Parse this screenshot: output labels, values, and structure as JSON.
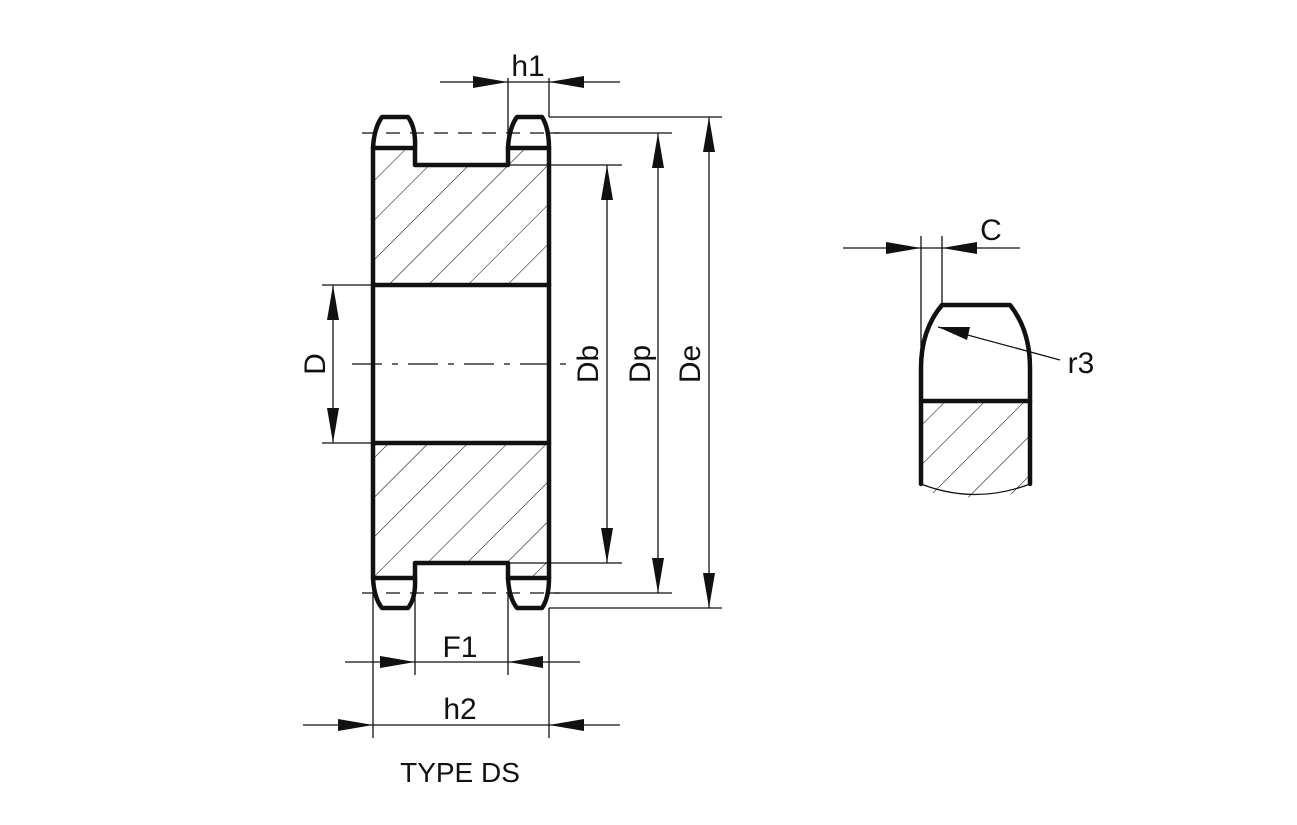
{
  "labels": {
    "h1": "h1",
    "h2": "h2",
    "f1": "F1",
    "d": "D",
    "db": "Db",
    "dp": "Dp",
    "de": "De",
    "c": "C",
    "r3": "r3"
  },
  "caption": "TYPE DS"
}
